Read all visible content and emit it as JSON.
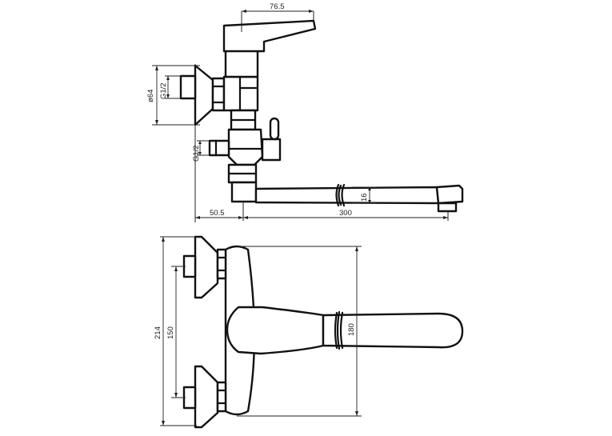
{
  "dimensions": {
    "handle_width": "76.5",
    "rosette_diameter": "ø64",
    "connection_thread_upper": "G1/2",
    "connection_thread_lower": "G1/2",
    "wall_offset": "50.5",
    "spout_length": "300",
    "spout_height": "16",
    "overall_height": "214",
    "inlet_centers": "150",
    "spout_swing": "180"
  }
}
